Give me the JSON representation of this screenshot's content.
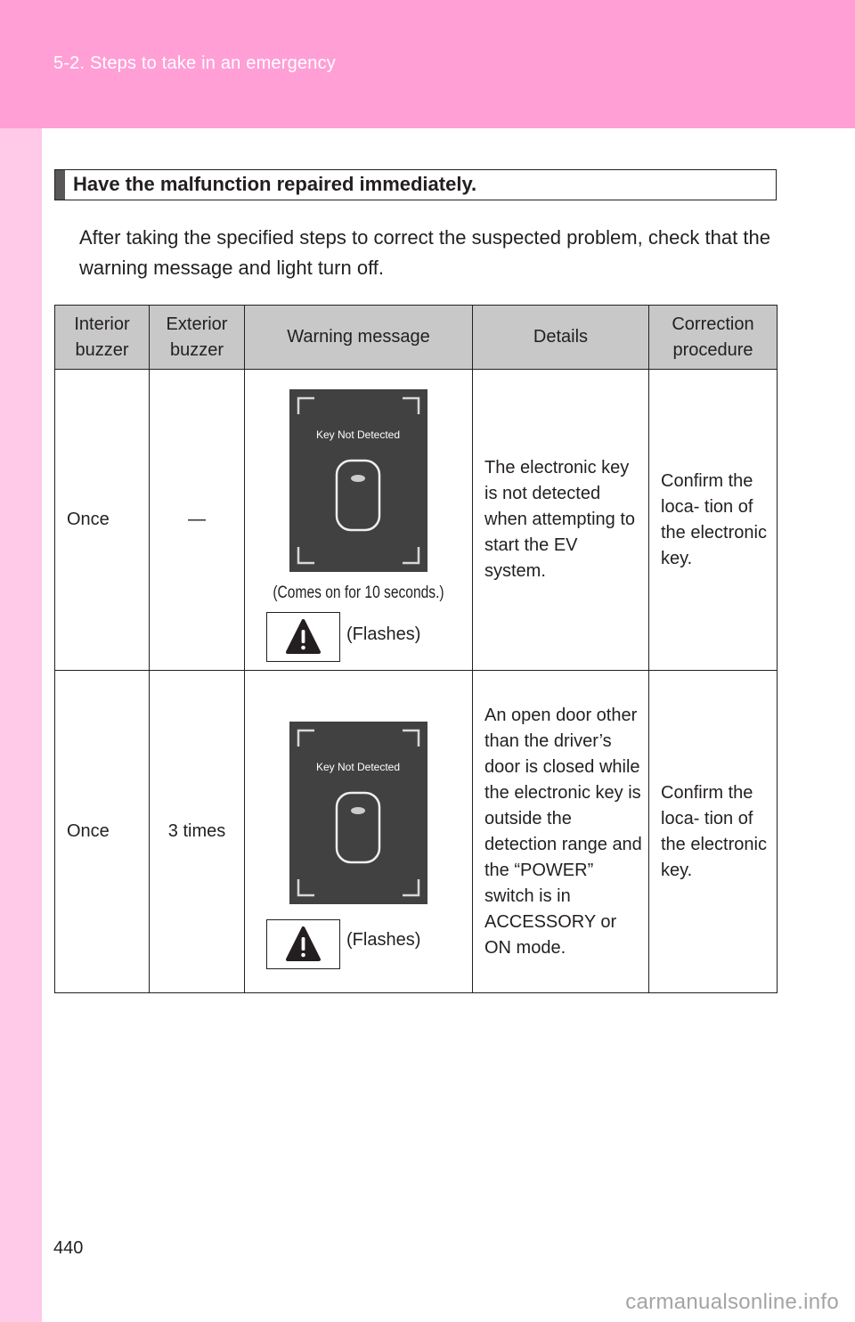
{
  "header": {
    "section_title": "5-2. Steps to take in an emergency"
  },
  "page_number": "440",
  "heading": "Have the malfunction repaired immediately.",
  "intro": "After taking the specified steps to correct the suspected problem, check that the warning message and light turn off.",
  "table": {
    "columns": [
      "Interior buzzer",
      "Exterior buzzer",
      "Warning message",
      "Details",
      "Correction procedure"
    ],
    "rows": [
      {
        "interior": "Once",
        "exterior": "—",
        "screen_text": "Key Not Detected",
        "note": "(Comes on for 10 seconds.)",
        "indicator": "(Flashes)",
        "details": "The electronic key is not detected when attempting to start the EV system.",
        "correction": "Confirm the loca- tion of the electronic key."
      },
      {
        "interior": "Once",
        "exterior": "3 times",
        "screen_text": "Key Not Detected",
        "note": "",
        "indicator": "(Flashes)",
        "details": "An open door other than the driver’s door is closed while the electronic key is outside the detection range and the “POWER” switch is in ACCESSORY or ON mode.",
        "correction": "Confirm the loca- tion of the electronic key."
      }
    ]
  },
  "footer": {
    "brand": "carmanualsonline.info"
  },
  "colors": {
    "top_band": "#ff9fd6",
    "side_band": "#ffc9e8",
    "table_header": "#c8c8c8",
    "screen_bg": "#414141"
  },
  "icons": {
    "warning": "exclamation-triangle-icon",
    "key_fob": "smart-key-fob-icon"
  }
}
